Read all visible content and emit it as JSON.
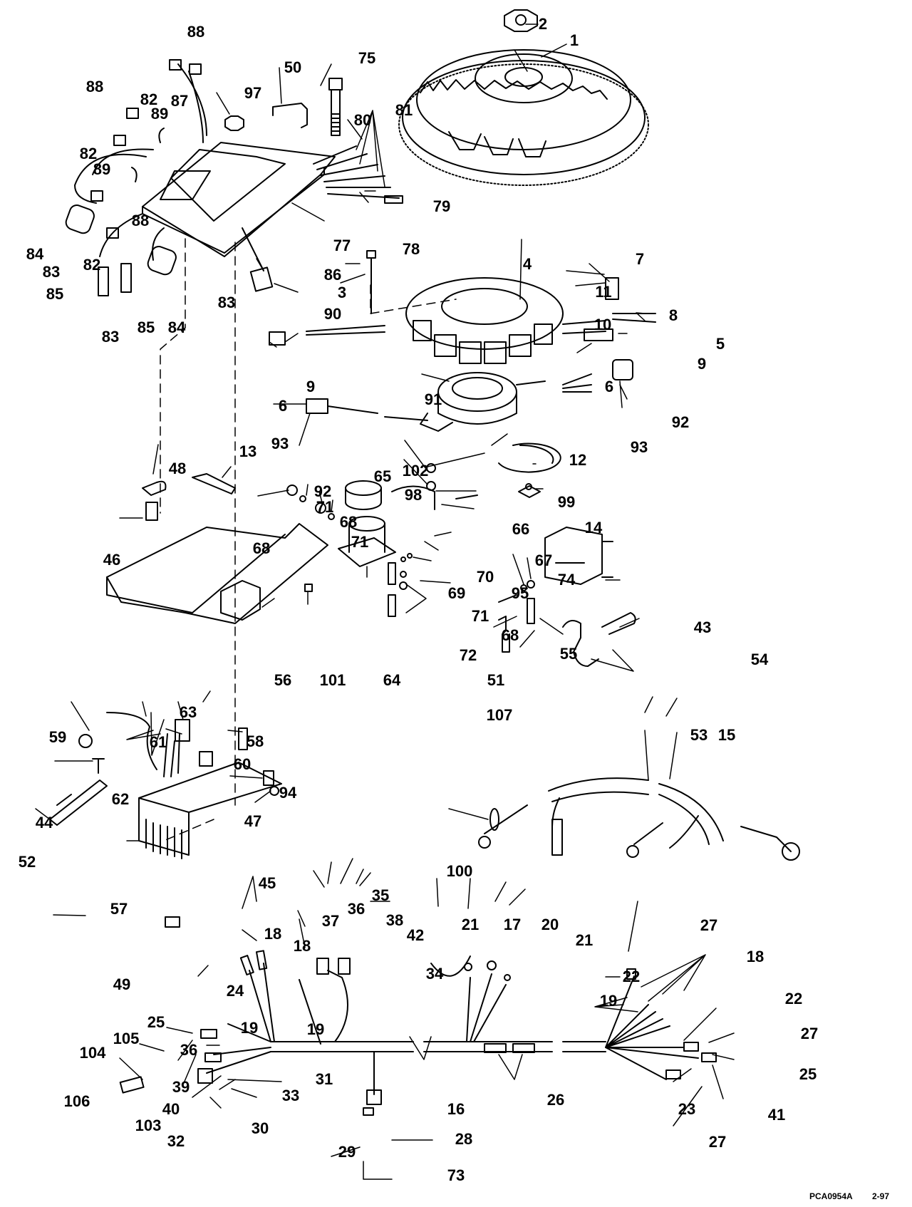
{
  "diagram": {
    "title": "Ignition / Electrical System Exploded Parts View",
    "footer": {
      "code": "PCA0954A",
      "date": "2-97"
    },
    "callouts": {
      "c1": "1",
      "c2": "2",
      "c3": "3",
      "c4": "4",
      "c5": "5",
      "c6a": "6",
      "c6b": "6",
      "c7": "7",
      "c8": "8",
      "c9a": "9",
      "c9b": "9",
      "c10": "10",
      "c11": "11",
      "c12": "12",
      "c13": "13",
      "c14": "14",
      "c15": "15",
      "c16": "16",
      "c17": "17",
      "c18a": "18",
      "c18b": "18",
      "c18c": "18",
      "c19a": "19",
      "c19b": "19",
      "c19c": "19",
      "c20": "20",
      "c21a": "21",
      "c21b": "21",
      "c22a": "22",
      "c22b": "22",
      "c23": "23",
      "c24": "24",
      "c25a": "25",
      "c25b": "25",
      "c26": "26",
      "c27a": "27",
      "c27b": "27",
      "c27c": "27",
      "c28": "28",
      "c29": "29",
      "c30": "30",
      "c31": "31",
      "c32": "32",
      "c33": "33",
      "c34": "34",
      "c35": "35",
      "c36a": "36",
      "c36b": "36",
      "c37": "37",
      "c38": "38",
      "c39": "39",
      "c40": "40",
      "c41": "41",
      "c42": "42",
      "c43": "43",
      "c44": "44",
      "c45": "45",
      "c46": "46",
      "c47": "47",
      "c48": "48",
      "c49": "49",
      "c50": "50",
      "c51": "51",
      "c52": "52",
      "c53": "53",
      "c54": "54",
      "c55": "55",
      "c56": "56",
      "c57": "57",
      "c58": "58",
      "c59": "59",
      "c60": "60",
      "c61": "61",
      "c62": "62",
      "c63": "63",
      "c64": "64",
      "c65": "65",
      "c66": "66",
      "c67": "67",
      "c68a": "68",
      "c68b": "68",
      "c68c": "68",
      "c69": "69",
      "c70": "70",
      "c71a": "71",
      "c71b": "71",
      "c71c": "71",
      "c72": "72",
      "c73": "73",
      "c74": "74",
      "c75": "75",
      "c77": "77",
      "c78": "78",
      "c79": "79",
      "c80": "80",
      "c81": "81",
      "c82a": "82",
      "c82b": "82",
      "c82c": "82",
      "c83a": "83",
      "c83b": "83",
      "c83c": "83",
      "c84a": "84",
      "c84b": "84",
      "c85a": "85",
      "c85b": "85",
      "c86": "86",
      "c87": "87",
      "c88a": "88",
      "c88b": "88",
      "c88c": "88",
      "c89a": "89",
      "c89b": "89",
      "c90": "90",
      "c91": "91",
      "c92a": "92",
      "c92b": "92",
      "c93a": "93",
      "c93b": "93",
      "c94": "94",
      "c95": "95",
      "c97": "97",
      "c98": "98",
      "c99": "99",
      "c100": "100",
      "c101": "101",
      "c102": "102",
      "c103": "103",
      "c104": "104",
      "c105": "105",
      "c106": "106",
      "c107": "107"
    }
  }
}
